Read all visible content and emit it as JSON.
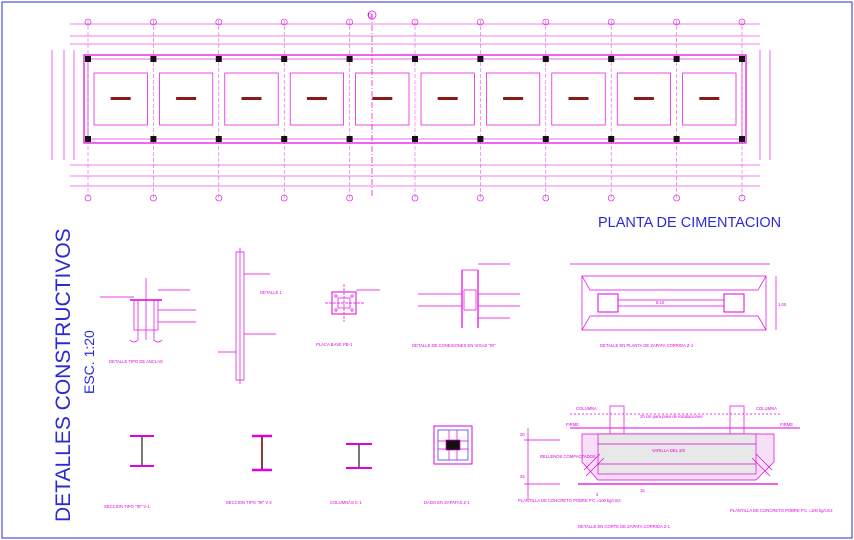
{
  "sheet": {
    "plan_title": "PLANTA DE CIMENTACION",
    "section_title": "DETALLES CONSTRUCTIVOS",
    "scale": "ESC. 1:20"
  },
  "plan": {
    "bays": 10,
    "axis_label": "D"
  },
  "details": {
    "anclas": "DETALLE TIPO DE ANCLAS",
    "detalle1": "DETALLE 1",
    "placa_base": "PLACA BASE  PB-1",
    "conexiones": "DETALLE DE CONEXIONES EN VIGAS \"IR\"",
    "zapata_planta": "DETALLE EN PLANTA DE ZAPATA CORRIDA Z-1",
    "zapata_dim_w": "6.10",
    "zapata_dim_h": "1.00",
    "seccion_v1": "SECCION TIPO \"IR\"  V-1",
    "seccion_v2": "SECCION TIPO \"IR\"  V-2",
    "columnas": "COLUMNAS C-1",
    "dado": "DADO EN ZAPATAS  Z-1",
    "corte_zapata": "DETALLE EN CORTE DE ZAPATA CORRIDA Z-1",
    "corte_notes": {
      "columna_left": "COLUMNA",
      "columna_right": "COLUMNA",
      "top_note": "20 cm para paso de instalaciones",
      "firme_left": "FIRME",
      "firme_right": "FIRME",
      "varilla": "VARILLA DEL 3/8",
      "rellenos": "RELLENOS COMPACTADOS",
      "plantilla_left": "PLANTILLA DE CONCRETO POBRE F'C =100 kg/cm2",
      "plantilla_right": "PLANTILLA DE CONCRETO POBRE F'C =100 kg/cm2",
      "dim_20": "20",
      "dim_25": "25",
      "dim_4": "4",
      "dim_15": "15"
    }
  },
  "colors": {
    "line": "#e100e1",
    "text": "#2b2bd6",
    "dark": "#111111"
  }
}
